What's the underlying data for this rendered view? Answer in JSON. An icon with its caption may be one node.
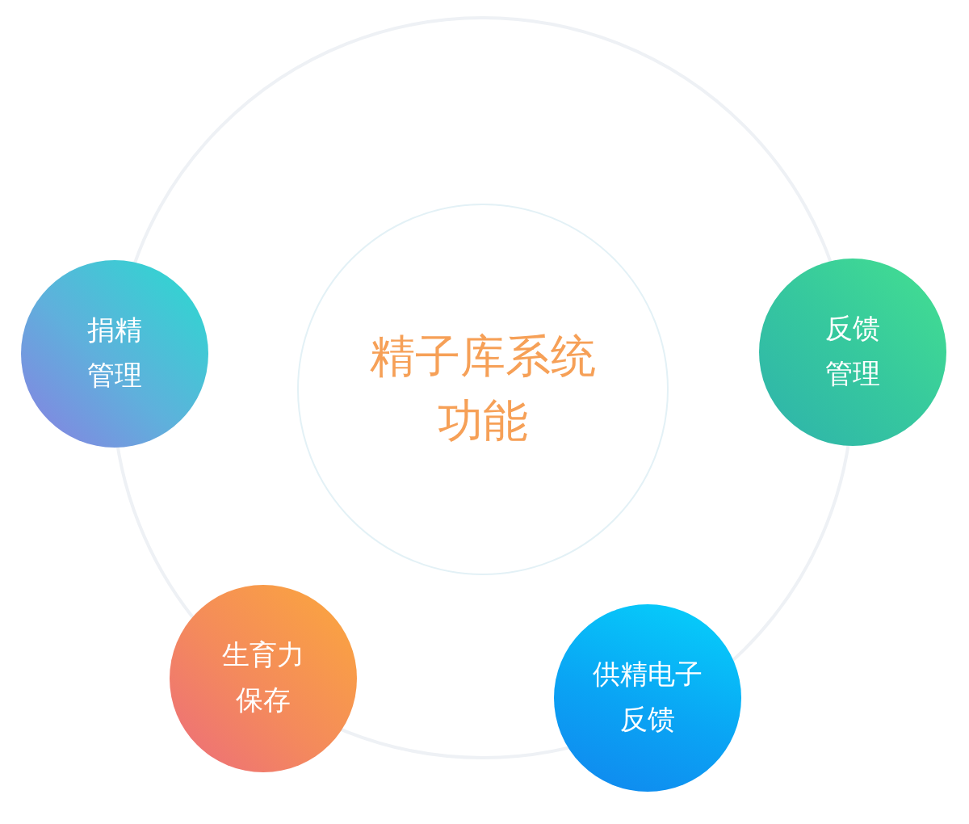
{
  "diagram": {
    "nodes": [
      {
        "text": [
          "精子库系统功能"
        ]
      },
      {
        "text": [
          "捐精管理"
        ]
      },
      {
        "text": [
          "反馈管理"
        ]
      },
      {
        "text": [
          "生育力保存"
        ]
      },
      {
        "text": [
          "供精电子反馈"
        ]
      }
    ]
  }
}
